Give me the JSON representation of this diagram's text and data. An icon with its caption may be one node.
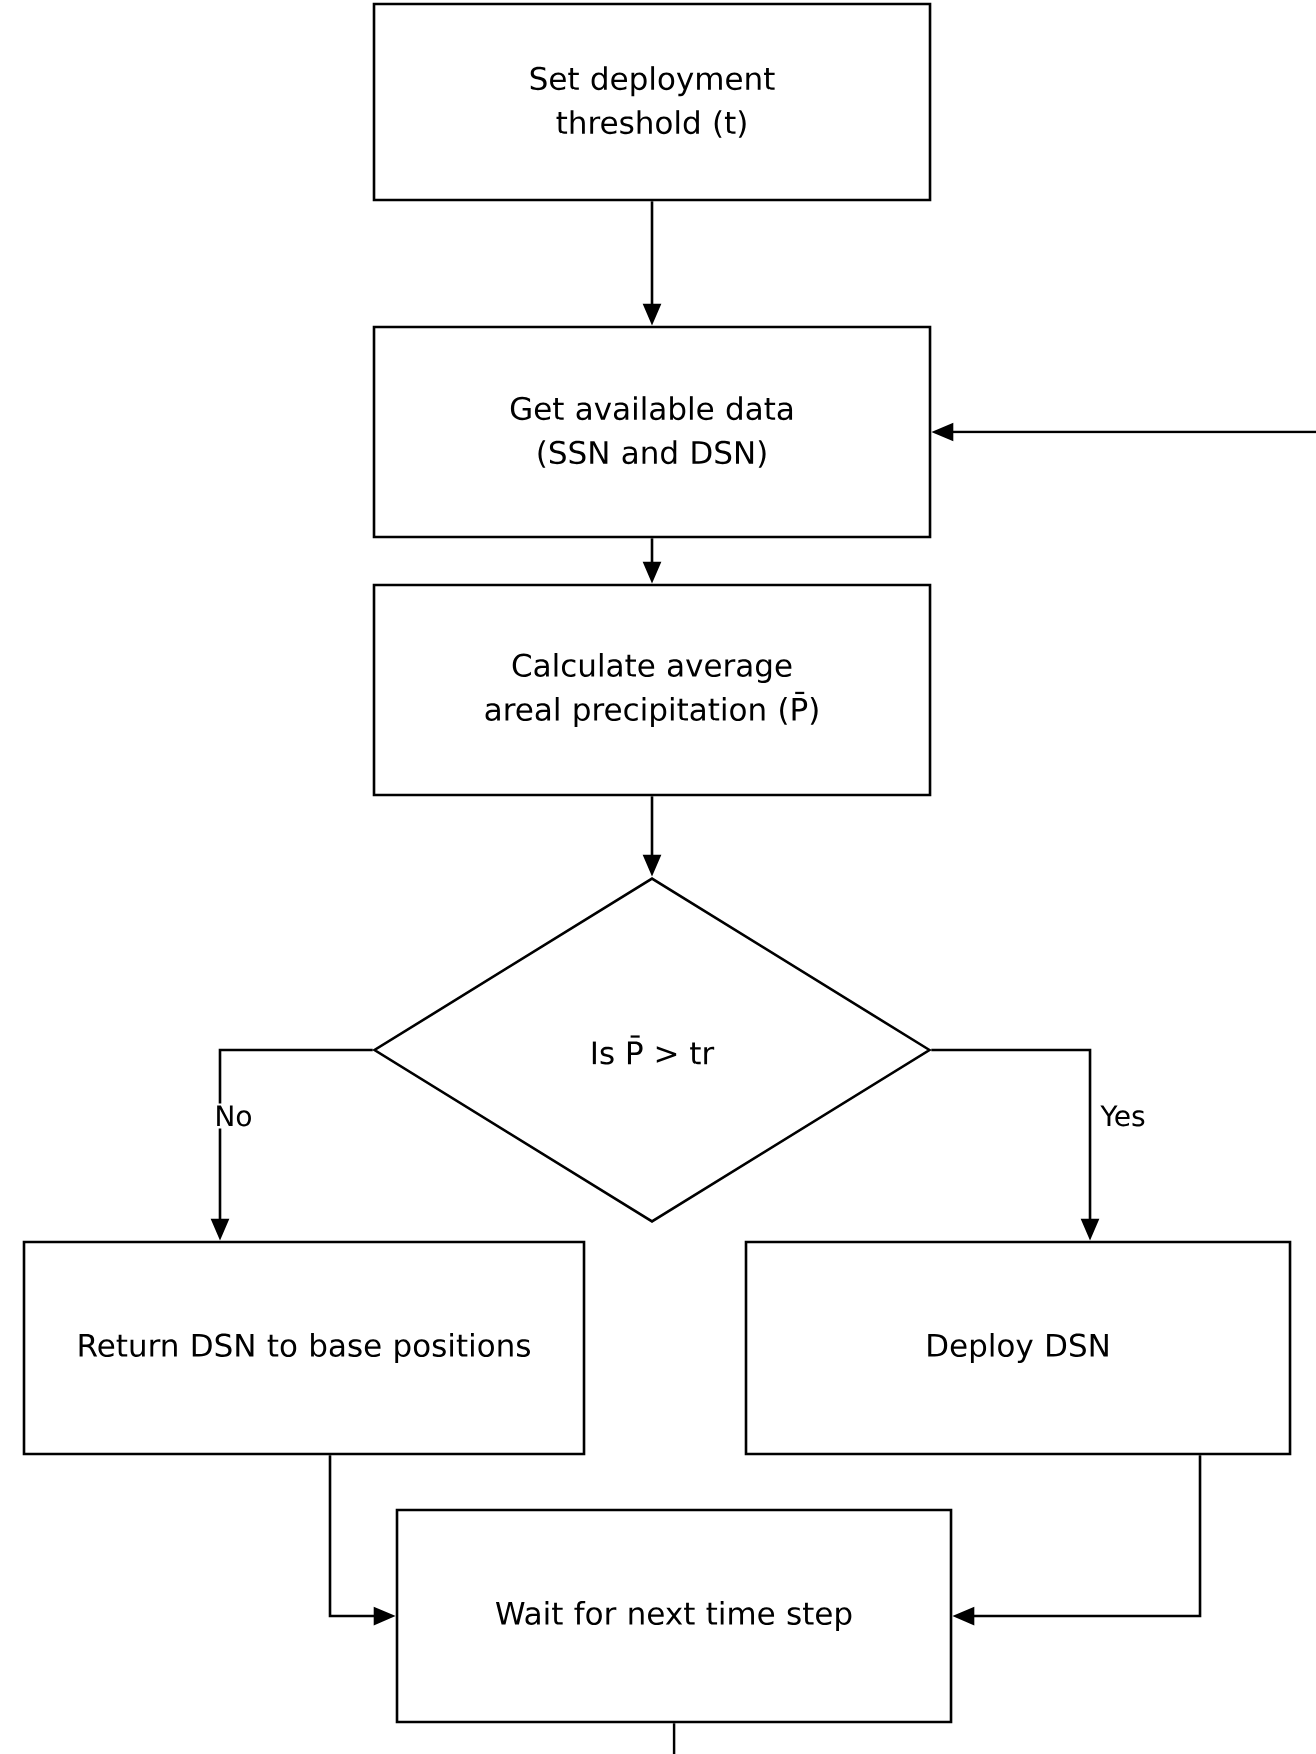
{
  "diagram": {
    "nodes": [
      {
        "text": [
          "Set deployment threshold (t)"
        ]
      },
      {
        "text": [
          "Get available data (SSN and DSN)"
        ]
      },
      {
        "text": [
          "Calculate average areal precipitation (P̄)"
        ]
      },
      {
        "text": [
          "Is P̄ > tr"
        ]
      },
      {
        "text": [
          "Return DSN to base positions"
        ]
      },
      {
        "text": [
          "Deploy DSN"
        ]
      },
      {
        "text": [
          "Wait for next time step"
        ]
      }
    ],
    "edges": [
      {
        "from": 0,
        "to": 1,
        "arrow": "to"
      },
      {
        "from": 1,
        "to": 2,
        "arrow": "to"
      },
      {
        "from": 2,
        "to": 3,
        "arrow": "to"
      },
      {
        "from": 3,
        "to": 4,
        "arrow": "to",
        "label": "No"
      },
      {
        "from": 3,
        "to": 5,
        "arrow": "to",
        "label": "Yes"
      },
      {
        "from": 4,
        "to": 6,
        "arrow": "to"
      },
      {
        "from": 5,
        "to": 6,
        "arrow": "to"
      },
      {
        "from": 6,
        "to": null,
        "arrow": "none"
      },
      {
        "from": null,
        "to": 1,
        "arrow": "to"
      }
    ]
  }
}
